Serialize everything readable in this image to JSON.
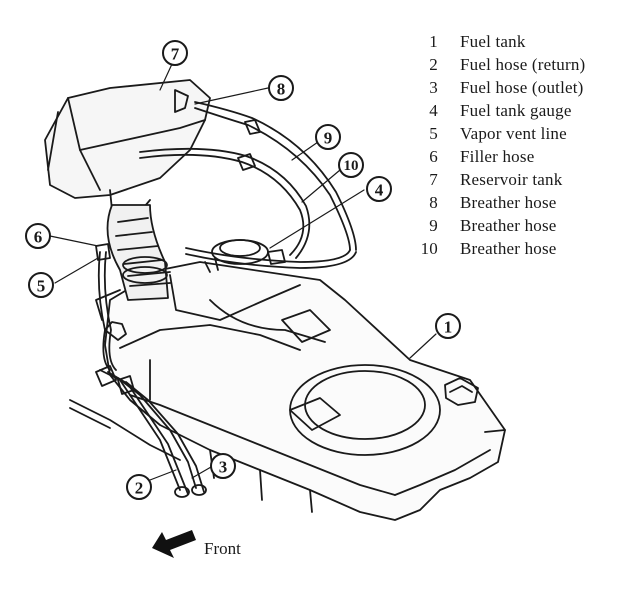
{
  "legend": [
    {
      "number": "1",
      "label": "Fuel tank"
    },
    {
      "number": "2",
      "label": "Fuel hose (return)"
    },
    {
      "number": "3",
      "label": "Fuel hose (outlet)"
    },
    {
      "number": "4",
      "label": "Fuel tank gauge"
    },
    {
      "number": "5",
      "label": "Vapor vent line"
    },
    {
      "number": "6",
      "label": "Filler hose"
    },
    {
      "number": "7",
      "label": "Reservoir tank"
    },
    {
      "number": "8",
      "label": "Breather hose"
    },
    {
      "number": "9",
      "label": "Breather hose"
    },
    {
      "number": "10",
      "label": "Breather hose"
    }
  ],
  "callouts": [
    "1",
    "2",
    "3",
    "4",
    "5",
    "6",
    "7",
    "8",
    "9",
    "10"
  ],
  "front": {
    "label": "Front",
    "icon": "arrow-icon"
  }
}
